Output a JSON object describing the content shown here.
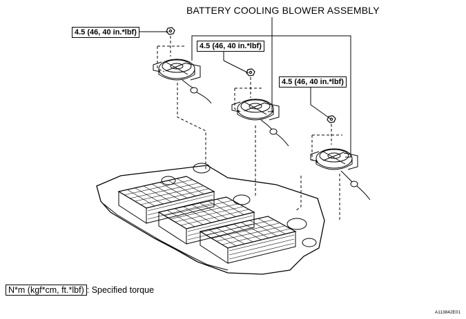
{
  "title": "BATTERY COOLING BLOWER ASSEMBLY",
  "torque_labels": [
    "4.5 (46, 40 in.*lbf)",
    "4.5 (46, 40 in.*lbf)",
    "4.5 (46, 40 in.*lbf)"
  ],
  "legend": {
    "unit": "N*m (kgf*cm, ft.*lbf)",
    "text": ": Specified torque"
  },
  "figure_code": "A113842E01"
}
